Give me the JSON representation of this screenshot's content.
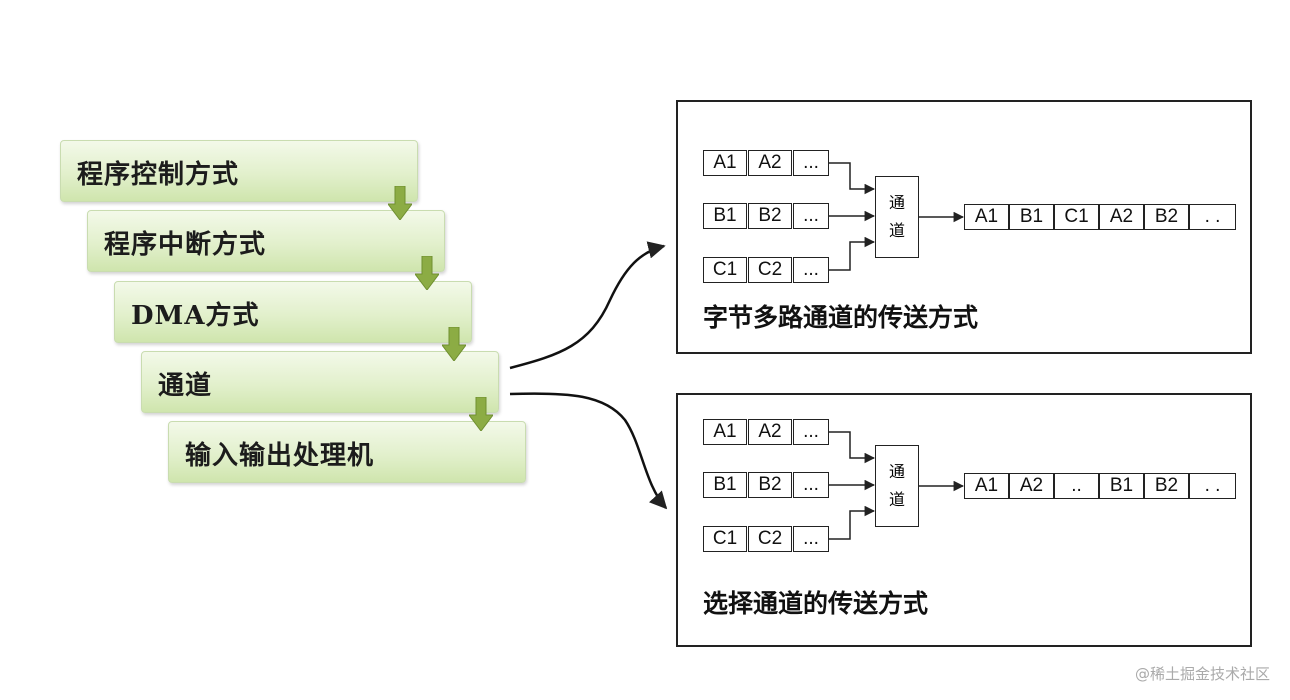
{
  "methods": [
    "程序控制方式",
    "程序中断方式",
    "DMA方式",
    "通道",
    "输入输出处理机"
  ],
  "byte_multiplex": {
    "inputs": [
      [
        "A1",
        "A2",
        "..."
      ],
      [
        "B1",
        "B2",
        "..."
      ],
      [
        "C1",
        "C2",
        "..."
      ]
    ],
    "channel": [
      "通",
      "道"
    ],
    "output": [
      "A1",
      "B1",
      "C1",
      "A2",
      "B2",
      ". ."
    ],
    "caption": "字节多路通道的传送方式"
  },
  "selector": {
    "inputs": [
      [
        "A1",
        "A2",
        "..."
      ],
      [
        "B1",
        "B2",
        "..."
      ],
      [
        "C1",
        "C2",
        "..."
      ]
    ],
    "channel": [
      "通",
      "道"
    ],
    "output": [
      "A1",
      "A2",
      "..",
      "B1",
      "B2",
      ". ."
    ],
    "caption": "选择通道的传送方式"
  },
  "watermark": "@稀土掘金技术社区",
  "colors": {
    "step_fill": "#e2f0cc",
    "step_arrow": "#8cac44",
    "line": "#222222"
  }
}
